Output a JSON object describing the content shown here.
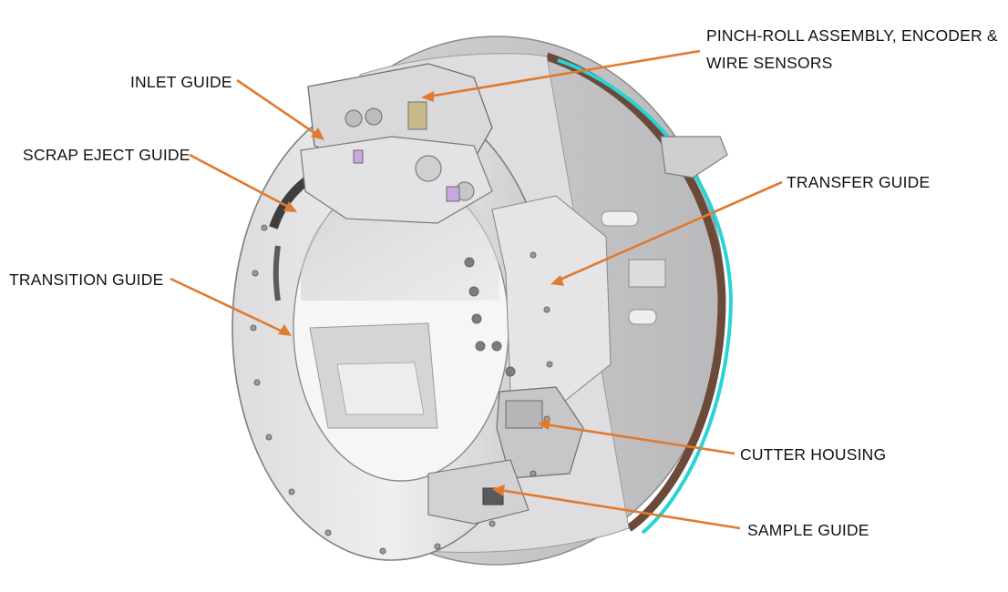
{
  "labels": {
    "pinch_roll": "PINCH-ROLL ASSEMBLY, ENCODER & WIRE SENSORS",
    "inlet_guide": "INLET GUIDE",
    "scrap_eject_guide": "SCRAP EJECT GUIDE",
    "transfer_guide": "TRANSFER GUIDE",
    "transition_guide": "TRANSITION GUIDE",
    "cutter_housing": "CUTTER HOUSING",
    "sample_guide": "SAMPLE GUIDE"
  },
  "colors": {
    "leader": "#e07a2e",
    "body_light": "#e9e9ea",
    "body_mid": "#cfcfd1",
    "edge": "#8a8a8c",
    "ring_band": "#6b4a3a",
    "accent_teal": "#29d3d6"
  }
}
